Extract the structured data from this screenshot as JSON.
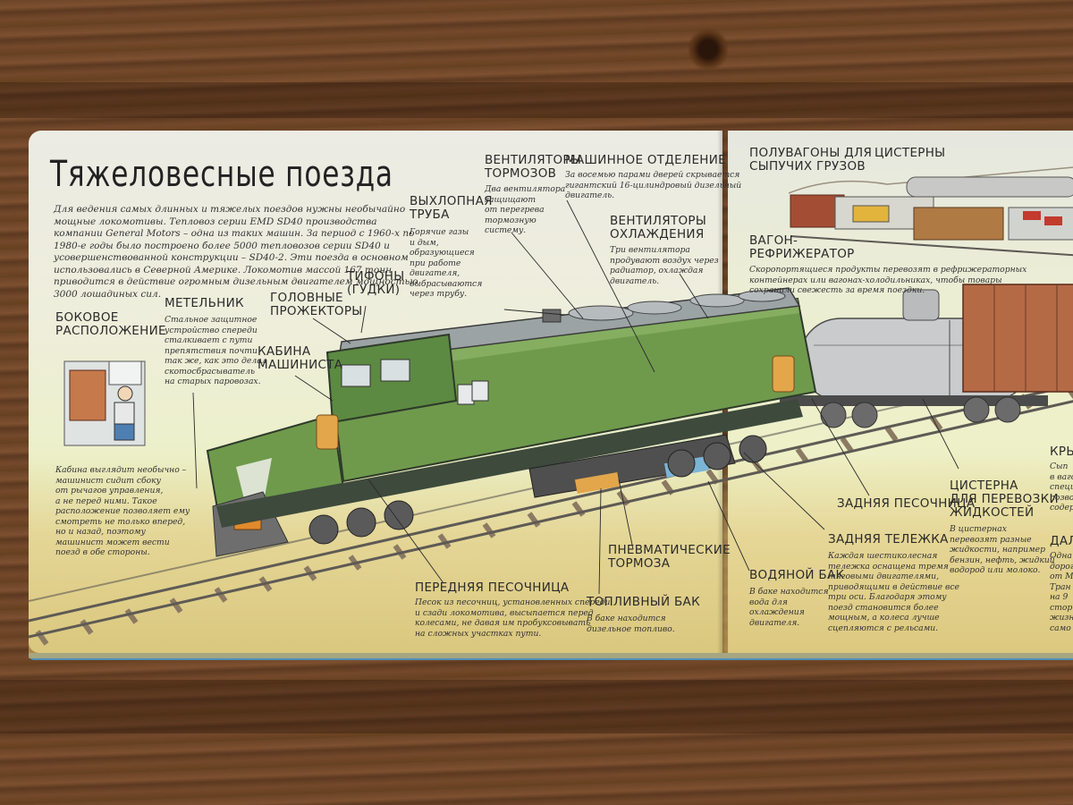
{
  "spread": {
    "title": "Тяжеловесные поезда",
    "intro": "Для ведения самых длинных и тяжелых поездов нужны необычайно мощные локомотивы. Тепловоз серии EMD SD40 производства компании General Motors – одна из таких машин. За период с 1960-х по 1980-е годы было построено более 5000 тепловозов серии SD40 и усовершенствованной конструкции – SD40-2. Эти поезда в основном использовались в Северной Америке. Локомотив массой 167 тонн приводится в действие огромным дизельным двигателем мощностью 3000 лошадиных сил."
  },
  "labels": {
    "side": {
      "title": "Боковое\nрасположение",
      "desc": "Кабина выглядит необычно –\nмашинист сидит сбоку\nот рычагов управления,\nа не перед ними. Такое\nрасположение позволяет ему\nсмотреть не только вперед,\nно и назад, поэтому\nмашинист может вести\nпоезд в обе стороны."
    },
    "pilot": {
      "title": "Метельник",
      "desc": "Стальное защитное\nустройство спереди\nсталкивает с пути\nпрепятствия почти\nтак же, как это делал\nскотосбрасыватель\nна старых паровозах."
    },
    "headlights": {
      "title": "Головные\nпрожекторы"
    },
    "horns": {
      "title": "Тифоны\n(гудки)"
    },
    "cab": {
      "title": "Кабина\nмашиниста"
    },
    "exhaust": {
      "title": "Выхлопная\nтруба",
      "desc": "Горячие газы\nи дым,\nобразующиеся\nпри работе\nдвигателя,\nвыбрасываются\nчерез трубу."
    },
    "brake_fans": {
      "title": "Вентиляторы\nтормозов",
      "desc": "Два вентилятора\nзащищают\nот перегрева\nтормозную\nсистему."
    },
    "engine_room": {
      "title": "Машинное отделение",
      "desc": "За восемью парами дверей скрывается\nгигантский 16-цилиндровый дизельный\nдвигатель."
    },
    "cooling_fans": {
      "title": "Вентиляторы\nохлаждения",
      "desc": "Три вентилятора\nпродувают воздух через\nрадиатор, охлаждая\nдвигатель."
    },
    "front_sander": {
      "title": "Передняя песочница",
      "desc": "Песок из песочниц, установленных спереди\nи сзади локомотива, высыпается перед\nколесами, не давая им пробуксовывать\nна сложных участках пути."
    },
    "air_brakes": {
      "title": "Пневматические\nтормоза"
    },
    "fuel_tank": {
      "title": "Топливный бак",
      "desc": "В баке находится\nдизельное топливо."
    },
    "water_tank": {
      "title": "Водяной бак",
      "desc": "В баке находится\nвода для\nохлаждения\nдвигателя."
    },
    "rear_truck": {
      "title": "Задняя тележка",
      "desc": "Каждая шестиколесная\nтележка оснащена тремя\nтяговыми двигателями,\nприводящими в действие все\nтри оси. Благодаря этому\nпоезд становится более\nмощным, а колеса лучше\nсцепляются с рельсами."
    },
    "rear_sander": {
      "title": "Задняя песочница"
    },
    "bulk_cars": {
      "title": "Полувагоны для\nсыпучих грузов"
    },
    "tanks": {
      "title": "Цистерны"
    },
    "reefer": {
      "title": "Вагон-\nрефрижератор",
      "desc": "Скоропортящиеся продукты перевозят в рефрижераторных\nконтейнерах или вагонах-холодильниках, чтобы товары\nсохранили свежесть за время поездки."
    },
    "liquid_tank": {
      "title": "Цистерна\nдля перевозки\nжидкостей",
      "desc": "В цистернах\nперевозят разные\nжидкости, например\nбензин, нефть, жидкий\nводород или молоко."
    },
    "edge_title_1": {
      "title": "Кры"
    },
    "edge_desc_1": {
      "desc": "Сып\nв ваго\nспеци\nпозво\nсодер"
    },
    "edge_title_2": {
      "title": "Дал"
    },
    "edge_desc_2": {
      "desc": "Одна\nдорог\nот М\nТран\nна 9\nстор\nжизн\nсамо"
    }
  },
  "colors": {
    "loco_green": "#6f9a4c",
    "loco_dark": "#3d4a3c",
    "roof_gray": "#9ca3a5",
    "rail": "#5e5a55",
    "wood": "#6b4426"
  }
}
